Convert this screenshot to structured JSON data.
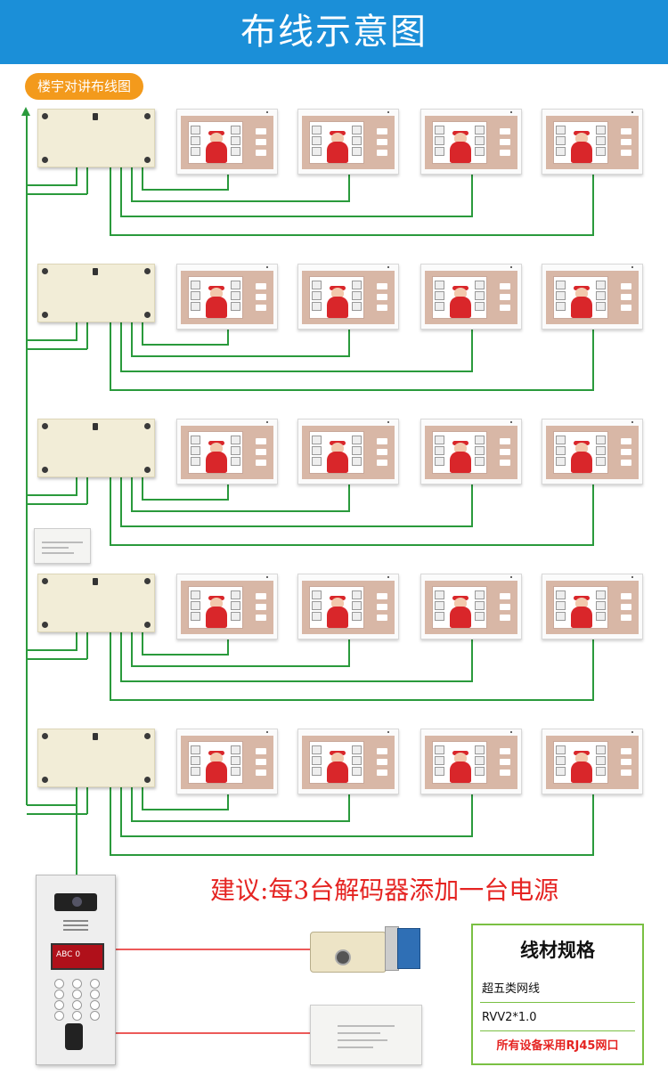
{
  "header": {
    "title": "布线示意图"
  },
  "badge": {
    "label": "楼宇对讲布线图"
  },
  "note": {
    "text": "建议:每3台解码器添加一台电源"
  },
  "panel": {
    "display_text": "ABC 0"
  },
  "spec": {
    "title": "线材规格",
    "cable_1": "超五类网线",
    "cable_2": "RVV2*1.0",
    "footer": "所有设备采用RJ45网口"
  },
  "colors": {
    "header": "#1b8fd8",
    "badge": "#f39a1c",
    "wire_green": "#2a9a3c",
    "wire_red": "#e52422",
    "note_red": "#e52422",
    "spec_border": "#7ac043"
  },
  "icons": [
    "decoder-box",
    "indoor-monitor",
    "power-supply",
    "outdoor-panel",
    "electric-lock"
  ]
}
